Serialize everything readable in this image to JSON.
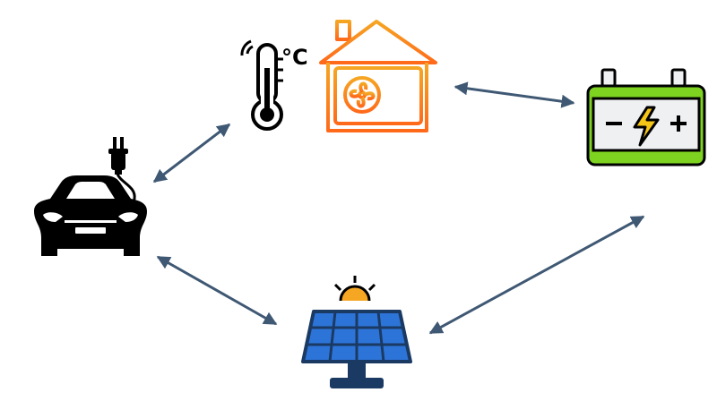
{
  "unit_label": "°C",
  "nodes": [
    {
      "id": "ev",
      "icon": "electric-car-icon"
    },
    {
      "id": "thermostat",
      "icon": "thermometer-icon"
    },
    {
      "id": "heat-pump",
      "icon": "heat-pump-house-icon"
    },
    {
      "id": "battery",
      "icon": "battery-icon"
    },
    {
      "id": "solar",
      "icon": "solar-panel-icon"
    }
  ],
  "links": [
    {
      "from": "ev",
      "to": "thermostat",
      "bidirectional": true
    },
    {
      "from": "heat-pump",
      "to": "battery",
      "bidirectional": true
    },
    {
      "from": "ev",
      "to": "solar",
      "bidirectional": true
    },
    {
      "from": "solar",
      "to": "battery",
      "bidirectional": true
    }
  ],
  "colors": {
    "arrow": "#3f5873",
    "heat_pump_top": "#f5a623",
    "heat_pump_bottom": "#ff6a1a",
    "battery_green": "#7ed321",
    "battery_body": "#eef0f2",
    "bolt": "#f5c518",
    "solar_panel": "#2d74d8",
    "solar_frame": "#1b3a63",
    "sun": "#f5a623"
  }
}
